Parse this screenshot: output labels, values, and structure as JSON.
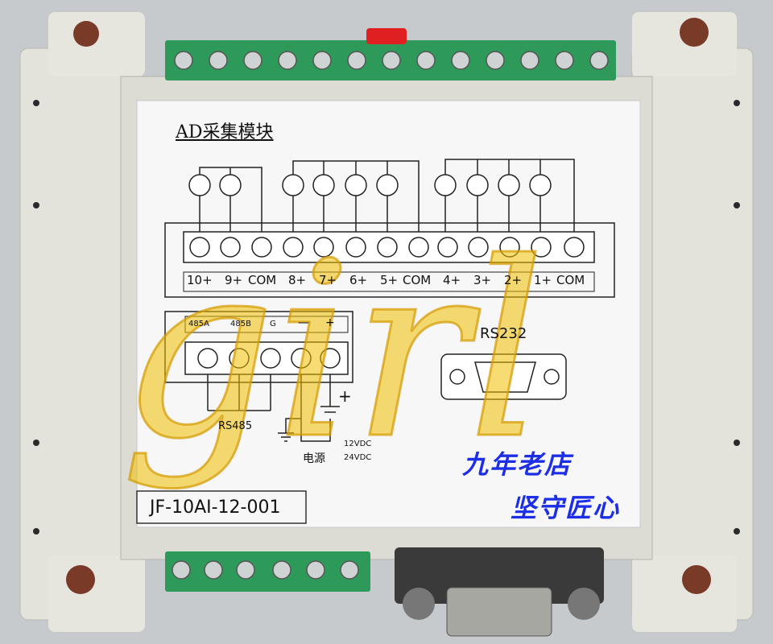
{
  "module_title": "AD采集模块",
  "terminal_labels": [
    "10+",
    "9+",
    "COM",
    "8+",
    "7+",
    "6+",
    "5+",
    "COM",
    "4+",
    "3+",
    "2+",
    "1+",
    "COM"
  ],
  "rs485_pins": {
    "a": "485A",
    "b": "485B",
    "g": "G",
    "minus": "—",
    "plus": "+"
  },
  "rs232_label": "RS232",
  "rs485_label": "RS485",
  "power": {
    "label": "电源",
    "v1": "12VDC",
    "v2": "24VDC",
    "plus": "+"
  },
  "model": "JF-10AI-12-001",
  "watermark": "girl",
  "shop_lines": [
    "九年老店",
    "坚守匠心"
  ],
  "colors": {
    "housing": "#dcdcd5",
    "terminal_green": "#2e9a5a",
    "label_bg": "#f7f7f7",
    "watermark": "#f0c000",
    "shop_text": "#1c2ee6"
  }
}
